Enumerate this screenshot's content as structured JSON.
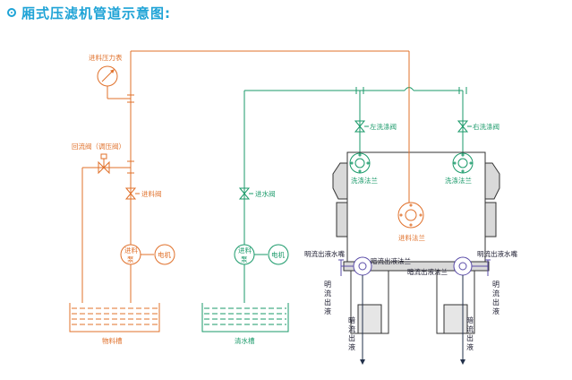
{
  "title": "厢式压滤机管道示意图:",
  "labels": {
    "feed_gauge": "进料压力表",
    "return_valve": "回流阀（调压阀）",
    "feed_valve": "进料阀",
    "feed_pump_line1": "进料",
    "feed_pump_line2": "泵",
    "motor_left": "电机",
    "material_tank": "物料槽",
    "water_valve": "进水阀",
    "water_pump_line1": "进料",
    "water_pump_line2": "泵",
    "motor_right": "电机",
    "water_tank": "清水槽",
    "left_wash_valve": "左洗涤阀",
    "right_wash_valve": "右洗涤阀",
    "wash_flange_left": "洗涤法兰",
    "wash_flange_right": "洗涤法兰",
    "feed_flange": "进料法兰",
    "open_nozzle_left": "明流出液水嘴",
    "open_nozzle_right": "明流出液水嘴",
    "dark_flange_left": "暗流出液法兰",
    "dark_flange_right": "暗流出液法兰",
    "open_outflow": "明流出液",
    "dark_outflow": "暗流出液"
  },
  "colors": {
    "title": "#1ea3d6",
    "feed_line": "#e0702a",
    "water_line": "#1a9a6a",
    "equipment": "#333333",
    "flange_blue": "#5a4ca8"
  }
}
